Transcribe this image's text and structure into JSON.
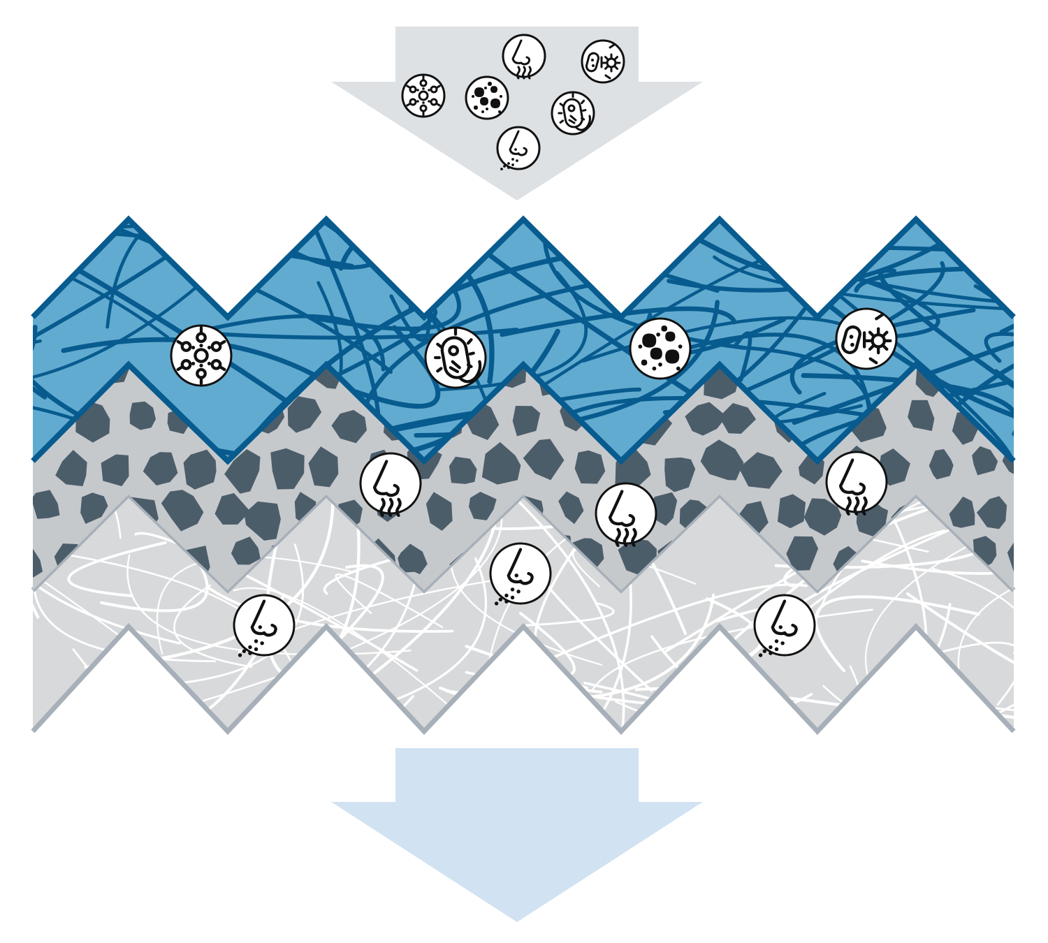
{
  "colors": {
    "background": "#ffffff",
    "inlet_arrow": "#dde1e4",
    "outlet_arrow": "#d1e2f2",
    "fiber_layer_fill": "#62abd0",
    "fiber_strand": "#075b8e",
    "carbon_layer_fill": "#c6c9cc",
    "carbon_granule": "#4c5d6a",
    "white_fiber_layer_fill": "#d8d9db",
    "white_fiber_strand": "#ffffff",
    "layer_outline_gray": "#a7b0b9",
    "icon_stroke": "#111111",
    "icon_fill": "#ffffff"
  },
  "layers": [
    {
      "name": "blue-fiber-layer",
      "captures": [
        "virus-icon",
        "bacteria-icon",
        "dust-particle-icon",
        "microbe-allergen-icon"
      ]
    },
    {
      "name": "carbon-granule-layer",
      "captures": [
        "odor-nose-icon"
      ]
    },
    {
      "name": "white-fiber-layer",
      "captures": [
        "fine-dust-nose-icon"
      ]
    }
  ],
  "icons": {
    "inlet": [
      "odor-nose-icon",
      "microbe-allergen-icon",
      "virus-icon",
      "dust-particle-icon",
      "bacteria-icon",
      "fine-dust-nose-icon"
    ],
    "blue_layer": [
      "virus-icon",
      "bacteria-icon",
      "dust-particle-icon",
      "microbe-allergen-icon"
    ],
    "carbon_layer": [
      "odor-nose-icon",
      "odor-nose-icon",
      "odor-nose-icon"
    ],
    "white_layer": [
      "fine-dust-nose-icon",
      "fine-dust-nose-icon",
      "fine-dust-nose-icon"
    ]
  }
}
